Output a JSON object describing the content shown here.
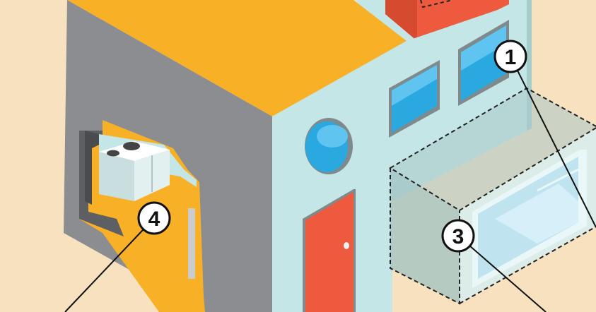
{
  "callouts": [
    {
      "id": "1",
      "label": "1"
    },
    {
      "id": "3",
      "label": "3"
    },
    {
      "id": "4",
      "label": "4"
    }
  ],
  "colors": {
    "background": "#f7e1bf",
    "roof": "#f8b027",
    "side_wall": "#8c8d91",
    "front_wall": "#c5e6e6",
    "chimney": "#ee5a3d",
    "door": "#ee5a3d",
    "window": "#2aa8e0",
    "cutaway_floor": "#f8b027",
    "addition_glass": "#9fc2c2"
  }
}
